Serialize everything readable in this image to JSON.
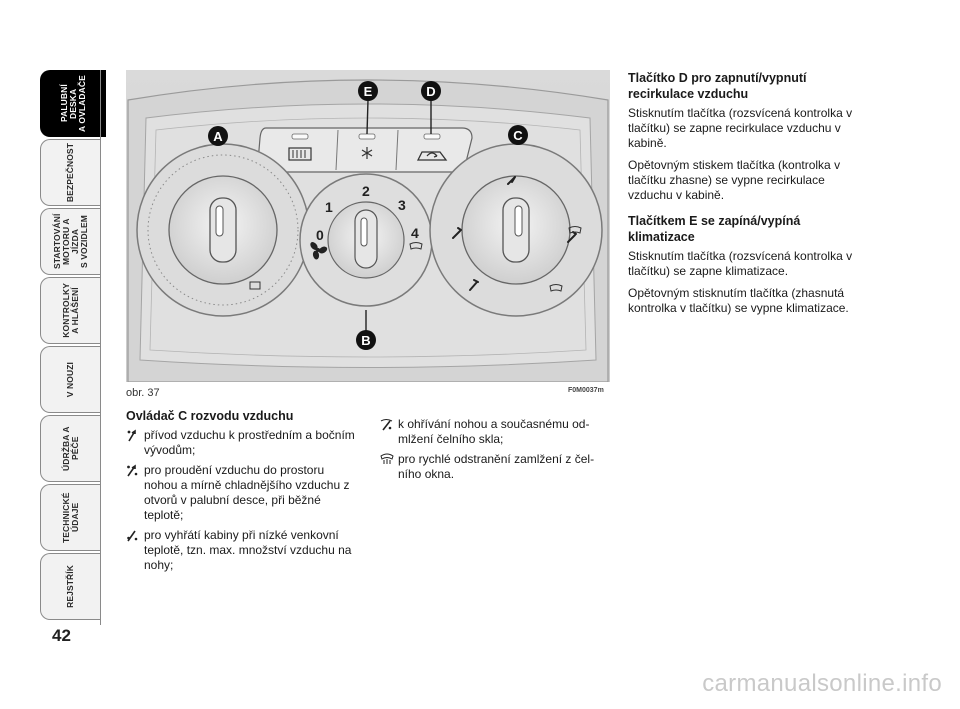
{
  "tabs": [
    {
      "label": "PALUBNÍ DESKA\nA OVLADAČE",
      "active": true
    },
    {
      "label": "BEZPEČNOST",
      "active": false
    },
    {
      "label": "STARTOVÁNÍ\nMOTORU A JÍZDA\nS VOZIDLEM",
      "active": false
    },
    {
      "label": "KONTROLKY\nA HLÁŠENÍ",
      "active": false
    },
    {
      "label": "V NOUZI",
      "active": false
    },
    {
      "label": "ÚDRŽBA A PÉČE",
      "active": false
    },
    {
      "label": "TECHNICKÉ ÚDAJE",
      "active": false
    },
    {
      "label": "REJSTŘÍK",
      "active": false
    }
  ],
  "page_number": "42",
  "figure": {
    "caption": "obr. 37",
    "code": "F0M0037m",
    "callouts": {
      "a": "A",
      "b": "B",
      "c": "C",
      "d": "D",
      "e": "E"
    },
    "fan_speeds": {
      "s0": "0",
      "s1": "1",
      "s2": "2",
      "s3": "3",
      "s4": "4"
    }
  },
  "col1": {
    "heading": "Ovládač C rozvodu vzduchu",
    "items": [
      {
        "icon": "vent-face-icon",
        "text": "přívod vzduchu k prostředním a boč­ním vývodům;"
      },
      {
        "icon": "vent-face-feet-icon",
        "text": "pro proudění vzduchu do prostoru nohou a mírně chladnějšího vzduchu z otvorů v palubní desce, při běžné teplotě;"
      },
      {
        "icon": "vent-feet-icon",
        "text": "pro vyhřátí kabiny při nízké venkovní teplotě, tzn. max. množství vzduchu na nohy;"
      }
    ]
  },
  "col2": {
    "items": [
      {
        "icon": "vent-feet-defrost-icon",
        "text": "k ohřívání nohou a současnému od­mlžení čelního skla;"
      },
      {
        "icon": "windshield-defrost-icon",
        "text": "pro rychlé odstranění zamlžení z čel­ního okna."
      }
    ]
  },
  "col3": {
    "heading1": "Tlačítko D pro zapnutí/vypnutí recirkulace vzduchu",
    "p1": "Stisknutím tlačítka (rozsvícená kontrolka v tlačítku) se zapne recirkulace vzduchu v kabině.",
    "p2": "Opětovným stiskem tlačítka (kontrolka v tlačítku zhasne) se vypne recirkulace vzduchu v kabině.",
    "heading2": "Tlačítkem E se zapíná/vypíná klimatizace",
    "p3": "Stisknutím tlačítka (rozsvícená kontrolka v tlačítku) se zapne klimatizace.",
    "p4": "Opětovným stisknutím tlačítka (zhasnutá kontrolka v tlačítku) se vypne klimatizace."
  },
  "watermark": "carmanualsonline.info"
}
